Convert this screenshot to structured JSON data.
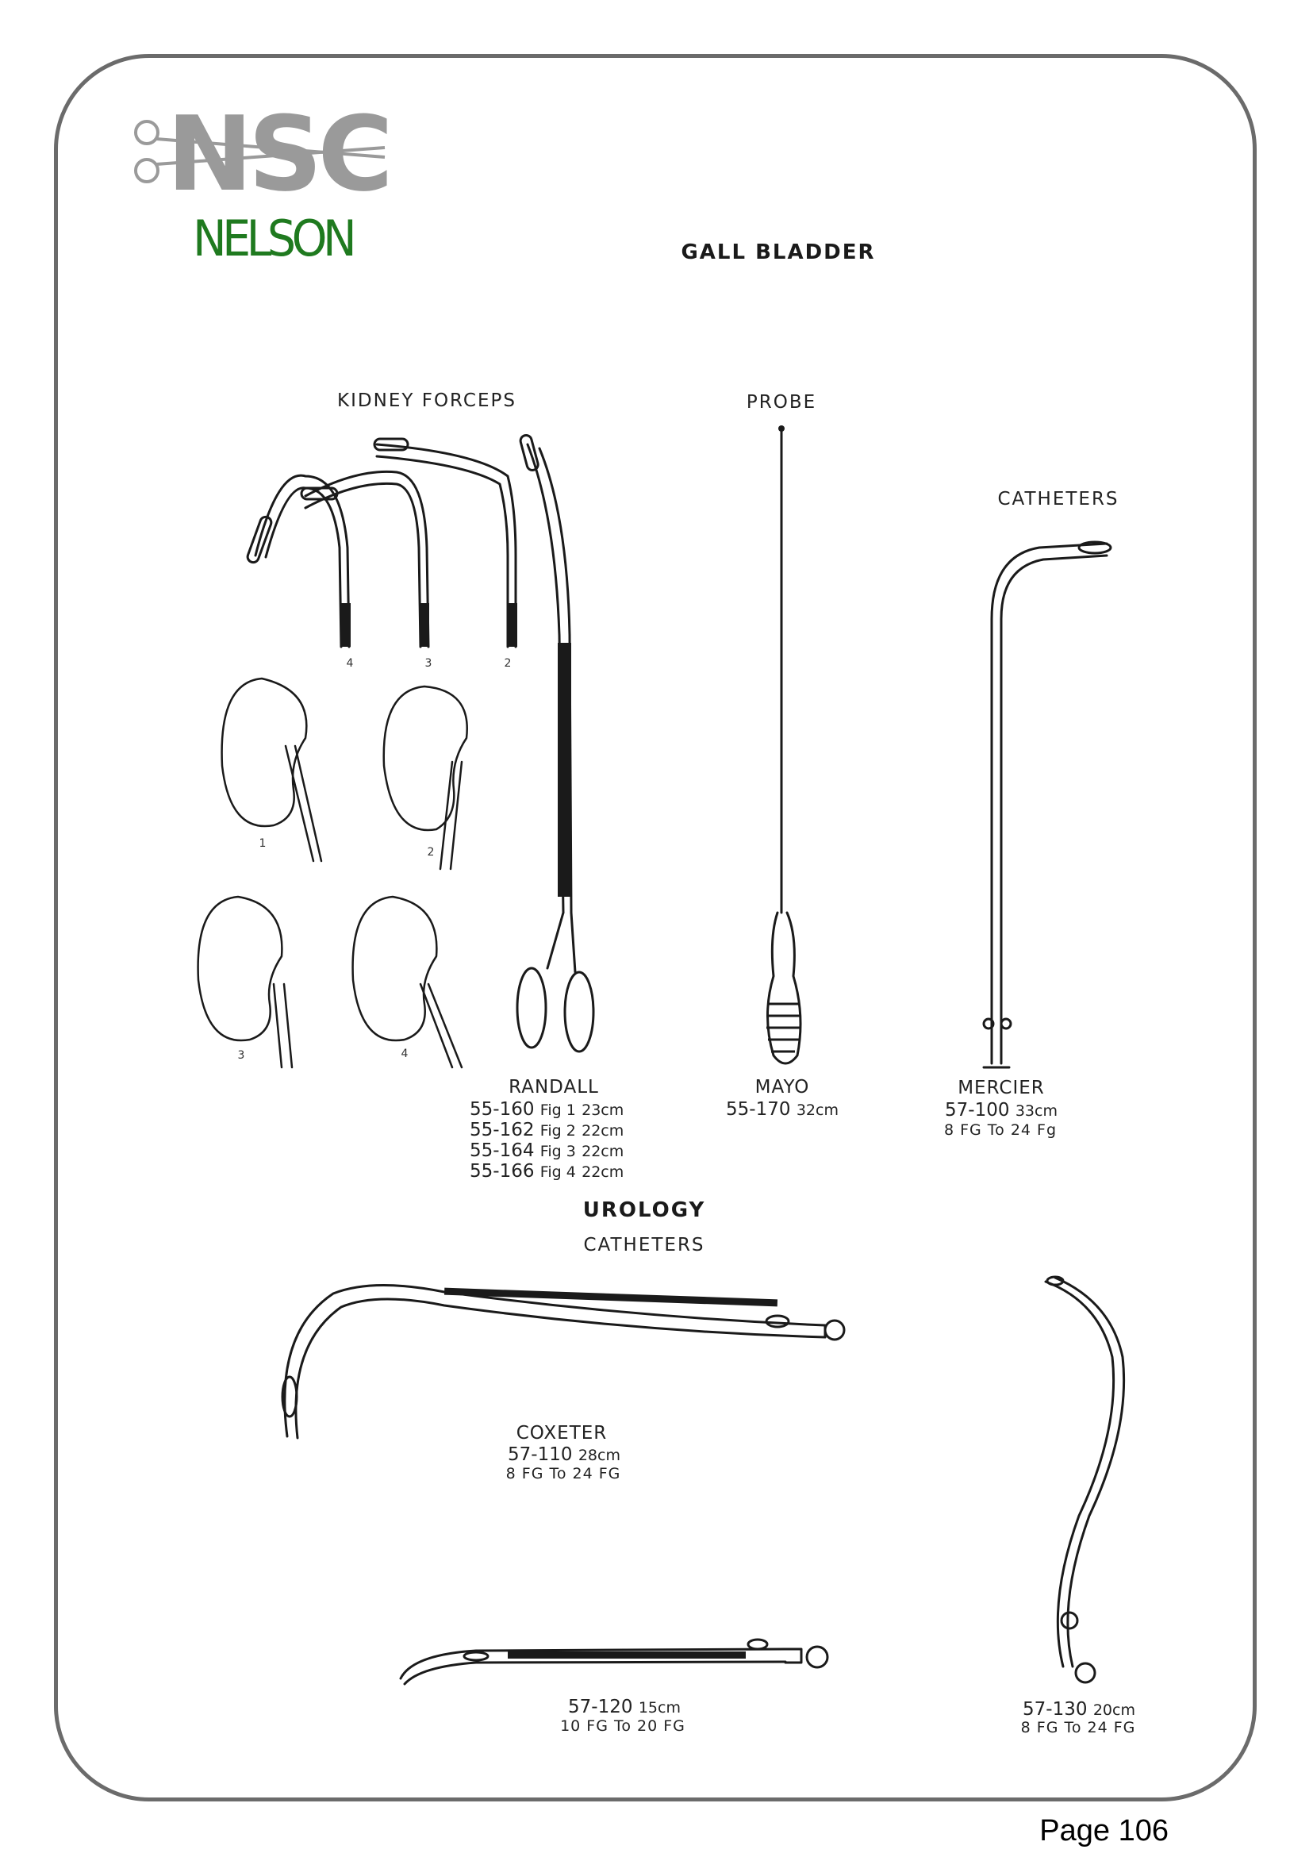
{
  "brand": {
    "monogram": "NSC",
    "name": "NELSON",
    "name_color": "#1f7a1f",
    "monogram_color": "#9a9a9a"
  },
  "sections": {
    "gall_bladder": "GALL BLADDER",
    "urology": "UROLOGY",
    "urology_catheters": "CATHETERS"
  },
  "captions": {
    "kidney_forceps": "KIDNEY FORCEPS",
    "probe": "PROBE",
    "catheters": "CATHETERS"
  },
  "forceps_figs": [
    "4",
    "3",
    "2"
  ],
  "kidney_figs": [
    "1",
    "2",
    "3",
    "4"
  ],
  "products": {
    "randall": {
      "name": "RANDALL",
      "items": [
        {
          "code": "55-160",
          "fig": "Fig 1",
          "size": "23cm"
        },
        {
          "code": "55-162",
          "fig": "Fig 2",
          "size": "22cm"
        },
        {
          "code": "55-164",
          "fig": "Fig 3",
          "size": "22cm"
        },
        {
          "code": "55-166",
          "fig": "Fig 4",
          "size": "22cm"
        }
      ]
    },
    "mayo": {
      "name": "MAYO",
      "code": "55-170",
      "size": "32cm"
    },
    "mercier": {
      "name": "MERCIER",
      "code": "57-100",
      "size": "33cm",
      "range": "8 FG  To  24 Fg"
    },
    "coxeter": {
      "name": "COXETER",
      "code": "57-110",
      "size": "28cm",
      "range": "8 FG  To  24 FG"
    },
    "cat_120": {
      "code": "57-120",
      "size": "15cm",
      "range": "10 FG  To  20 FG"
    },
    "cat_130": {
      "code": "57-130",
      "size": "20cm",
      "range": "8 FG  To  24 FG"
    }
  },
  "footer": {
    "page": "Page 106"
  }
}
